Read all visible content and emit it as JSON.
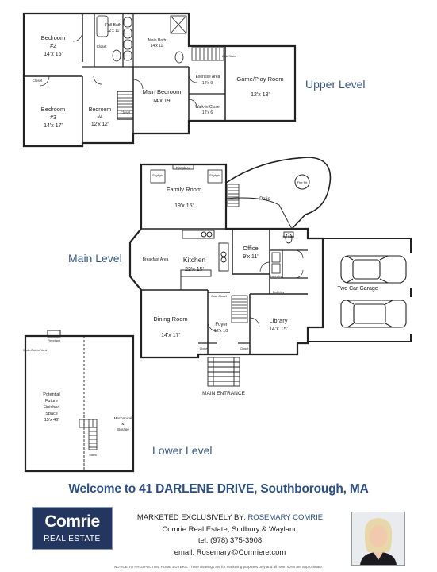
{
  "levels": {
    "upper": "Upper Level",
    "main": "Main Level",
    "lower": "Lower Level"
  },
  "upper_rooms": {
    "bedroom2": {
      "name": "Bedroom",
      "num": "#2",
      "dim": "14'x 15'"
    },
    "full_bath": {
      "name": "Full Bath",
      "dim": "12'x 11'"
    },
    "main_bath": {
      "name": "Main Bath",
      "dim": "14'x 11'"
    },
    "bedroom3": {
      "name": "Bedroom",
      "num": "#3",
      "dim": "14'x 17'"
    },
    "bedroom4": {
      "name": "Bedroom",
      "num": "#4",
      "dim": "12'x 12'"
    },
    "main_bedroom": {
      "name": "Main Bedroom",
      "dim": "14'x 19'"
    },
    "exercise": {
      "name": "Exercise Area",
      "dim": "12'x 9'"
    },
    "walkin": {
      "name": "Walk-in Closet",
      "dim": "12'x 6'"
    },
    "game_room": {
      "name": "Game/Play Room",
      "dim": "12'x 18'"
    },
    "closet": "Closet",
    "attic": "Attic Stairs"
  },
  "main_rooms": {
    "family": {
      "name": "Family Room",
      "dim": "19'x 15'"
    },
    "fireplace": "Fireplace",
    "skylight": "Skylight",
    "patio": "Patio",
    "firepit": "Fire Pit",
    "breakfast": "Breakfast Area",
    "kitchen": {
      "name": "Kitchen",
      "dim": "22'x 15'"
    },
    "office": {
      "name": "Office",
      "dim": "9'x 11'"
    },
    "half_bath": "Half Bath",
    "laundry": "Laundry",
    "garage": "Two Car Garage",
    "dining": {
      "name": "Dining Room",
      "dim": "14'x 17'"
    },
    "foyer": {
      "name": "Foyer",
      "dim": "12'x 10'"
    },
    "library": {
      "name": "Library",
      "dim": "14'x 15'"
    },
    "coat": "Coat Closet",
    "builtins": "Built-ins",
    "closet": "Closet",
    "entrance": "MAIN ENTRANCE"
  },
  "lower_rooms": {
    "walkout": "Walk-Out to Yard",
    "fireplace": "Fireplace",
    "potential": [
      "Potential",
      "Future",
      "Finished",
      "Space",
      "15'x 46'"
    ],
    "mechanical": [
      "Mechanical",
      "&",
      "Storage"
    ],
    "stairs": "Stairs"
  },
  "welcome": "Welcome to 41 DARLENE DRIVE, Southborough, MA",
  "logo": {
    "line1": "Comrie",
    "line2": "REAL ESTATE"
  },
  "contact": {
    "marketed": "MARKETED EXCLUSIVELY BY:",
    "agent": "ROSEMARY COMRIE",
    "company": "Comrie Real Estate, Sudbury & Wayland",
    "phone": "tel: (978) 375-3908",
    "email": "email: Rosemary@Comriere.com"
  },
  "notice": "NOTICE TO PROSPECTIVE HOME BUYERS: These drawings are for marketing purposes only and all room sizes are approximate.",
  "colors": {
    "accent": "#2c4f86",
    "logo_bg": "#22365f",
    "wall": "#222222"
  }
}
